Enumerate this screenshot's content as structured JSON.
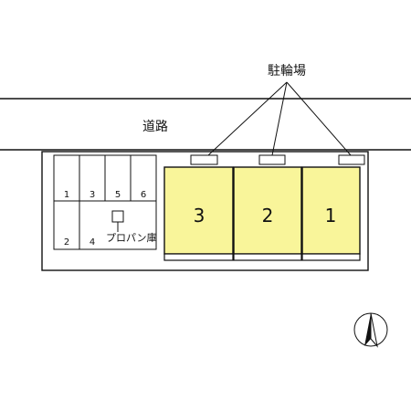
{
  "labels": {
    "bicycle_parking": "駐輪場",
    "road": "道路",
    "propane_storage": "プロパン庫"
  },
  "parking_numbers": {
    "top_row": [
      "1",
      "3",
      "5",
      "6"
    ],
    "bottom_row": [
      "2",
      "4"
    ]
  },
  "units": [
    "3",
    "2",
    "1"
  ],
  "colors": {
    "unit_fill": "#f9f59a",
    "line": "#111111",
    "background": "#ffffff"
  },
  "icons": {
    "north_arrow": "north-arrow-icon"
  }
}
